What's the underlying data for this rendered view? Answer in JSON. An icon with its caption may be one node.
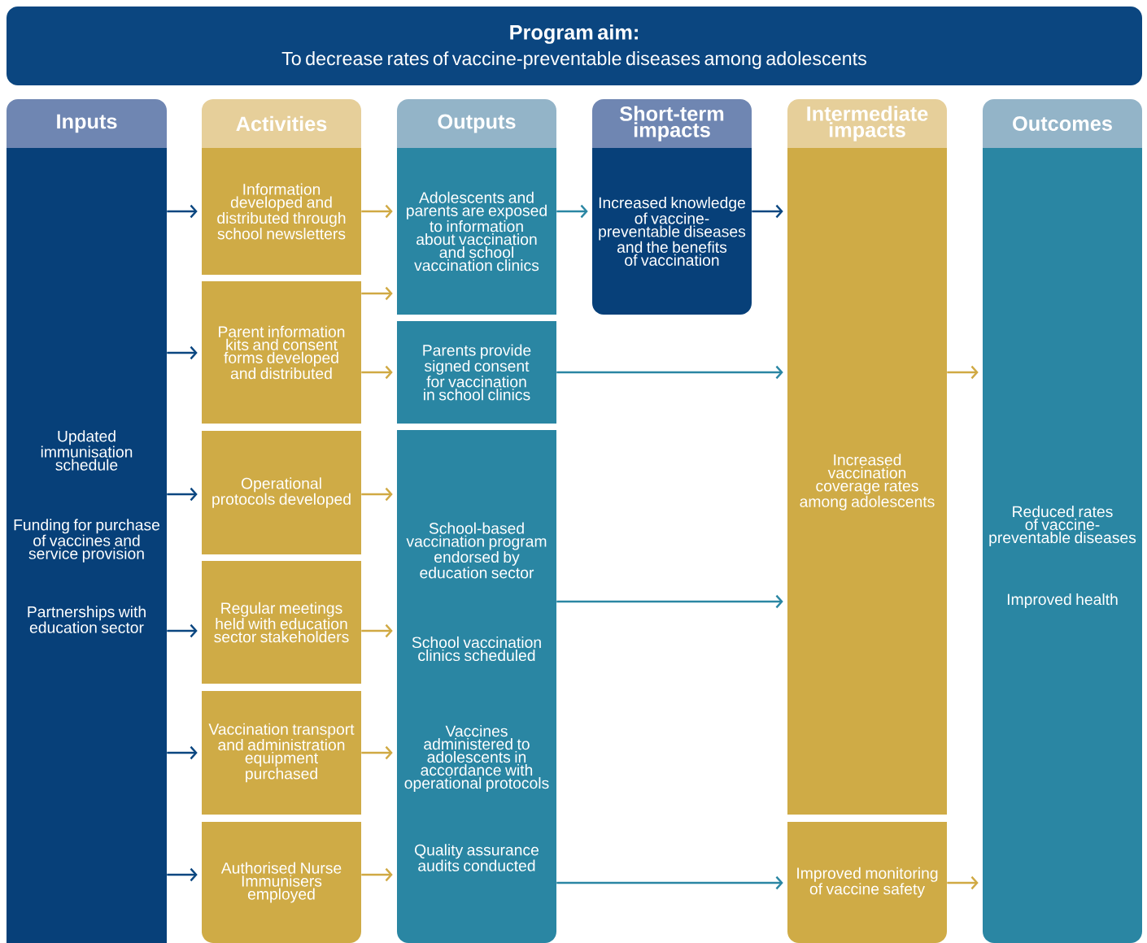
{
  "diagram": {
    "nodes": [
      {
        "text": [
          "Program aim:",
          "To decrease rates of vaccine-preventable diseases among adolescents"
        ]
      },
      {
        "text": [
          "Inputs"
        ]
      },
      {
        "text": [
          "Updated immunisation schedule",
          "Funding for purchase of vaccines and service provision",
          "Partnerships with education sector"
        ]
      },
      {
        "text": [
          "Activities"
        ]
      },
      {
        "text": [
          "Information developed and distributed through school newsletters"
        ]
      },
      {
        "text": [
          "Parent information kits and consent forms developed and distributed"
        ]
      },
      {
        "text": [
          "Operational protocols developed"
        ]
      },
      {
        "text": [
          "Regular meetings held with education sector stakeholders"
        ]
      },
      {
        "text": [
          "Vaccination transport and administration equipment purchased"
        ]
      },
      {
        "text": [
          "Authorised Nurse Immunisers employed"
        ]
      },
      {
        "text": [
          "Outputs"
        ]
      },
      {
        "text": [
          "Adolescents and parents are exposed to information about vaccination and school vaccination clinics"
        ]
      },
      {
        "text": [
          "Parents provide signed consent for vaccination in school clinics"
        ]
      },
      {
        "text": [
          "School-based vaccination program endorsed by education sector",
          "School vaccination clinics scheduled",
          "Vaccines administered to adolescents in accordance with operational protocols",
          "Quality assurance audits conducted"
        ]
      },
      {
        "text": [
          "Short-term impacts"
        ]
      },
      {
        "text": [
          "Increased knowledge of vaccine-preventable diseases and the benefits of vaccination"
        ]
      },
      {
        "text": [
          "Intermediate impacts"
        ]
      },
      {
        "text": [
          "Increased vaccination coverage rates among adolescents"
        ]
      },
      {
        "text": [
          "Improved monitoring of vaccine safety"
        ]
      },
      {
        "text": [
          "Outcomes"
        ]
      },
      {
        "text": [
          "Reduced rates of vaccine-preventable diseases",
          "Improved health"
        ]
      }
    ],
    "edges": [
      {
        "from": 2,
        "to": 4,
        "arrow": "to",
        "color": "#0a4680"
      },
      {
        "from": 2,
        "to": 5,
        "arrow": "to",
        "color": "#0a4680"
      },
      {
        "from": 2,
        "to": 6,
        "arrow": "to",
        "color": "#0a4680"
      },
      {
        "from": 2,
        "to": 7,
        "arrow": "to",
        "color": "#0a4680"
      },
      {
        "from": 2,
        "to": 8,
        "arrow": "to",
        "color": "#0a4680"
      },
      {
        "from": 2,
        "to": 9,
        "arrow": "to",
        "color": "#0a4680"
      },
      {
        "from": 4,
        "to": 11,
        "arrow": "to",
        "color": "#d0a943"
      },
      {
        "from": 5,
        "to": 11,
        "arrow": "to",
        "color": "#d0a943"
      },
      {
        "from": 5,
        "to": 12,
        "arrow": "to",
        "color": "#d0a943"
      },
      {
        "from": 6,
        "to": 13,
        "arrow": "to",
        "color": "#d0a943"
      },
      {
        "from": 7,
        "to": 13,
        "arrow": "to",
        "color": "#d0a943"
      },
      {
        "from": 8,
        "to": 13,
        "arrow": "to",
        "color": "#d0a943"
      },
      {
        "from": 9,
        "to": 13,
        "arrow": "to",
        "color": "#d0a943"
      },
      {
        "from": 11,
        "to": 15,
        "arrow": "to",
        "color": "#2a86a3"
      },
      {
        "from": 15,
        "to": 17,
        "arrow": "to",
        "color": "#0a4680"
      },
      {
        "from": 12,
        "to": 17,
        "arrow": "to",
        "color": "#2a86a3"
      },
      {
        "from": 13,
        "to": 17,
        "arrow": "to",
        "color": "#2a86a3"
      },
      {
        "from": 13,
        "to": 18,
        "arrow": "to",
        "color": "#2a86a3"
      },
      {
        "from": 17,
        "to": 20,
        "arrow": "to",
        "color": "#d0a943"
      },
      {
        "from": 18,
        "to": 20,
        "arrow": "to",
        "color": "#d0a943"
      }
    ]
  }
}
